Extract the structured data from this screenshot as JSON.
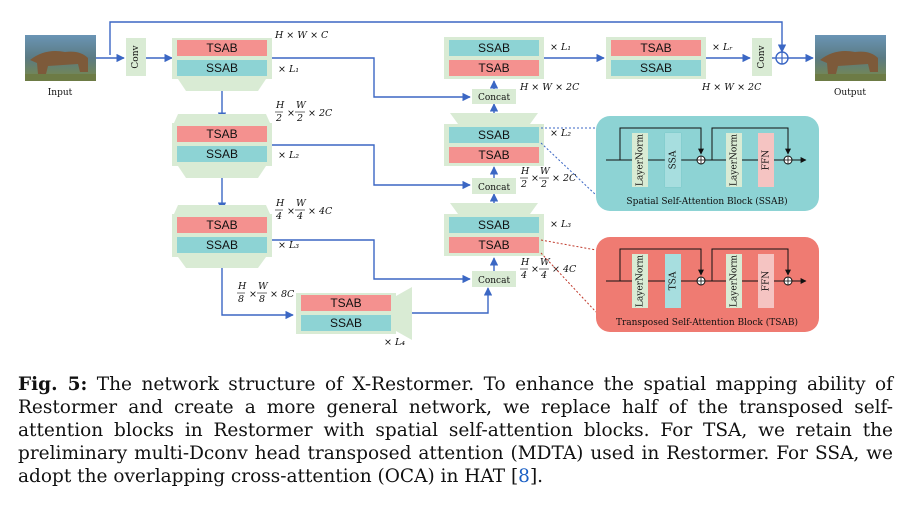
{
  "input_label": "Input",
  "output_label": "Output",
  "conv_label": "Conv",
  "concat_label": "Concat",
  "tsab": "TSAB",
  "ssab": "SSAB",
  "dims": {
    "e1": "H × W × C",
    "e2_a": "H",
    "e2_b": "2",
    "e2_c": "W",
    "e2_d": "2",
    "e2_e": "× 2C",
    "e3_a": "H",
    "e3_b": "4",
    "e3_c": "W",
    "e3_d": "4",
    "e3_e": "× 4C",
    "lat_a": "H",
    "lat_b": "8",
    "lat_c": "W",
    "lat_d": "8",
    "lat_e": "× 8C",
    "d1": "H × W × 2C",
    "d2_a": "H",
    "d2_b": "2",
    "d2_c": "W",
    "d2_d": "2",
    "d2_e": "× 2C",
    "d3_a": "H",
    "d3_b": "4",
    "d3_c": "W",
    "d3_d": "4",
    "d3_e": "× 4C",
    "ref": "H × W × 2C"
  },
  "reps": {
    "l1": "× L₁",
    "l2": "× L₂",
    "l3": "× L₃",
    "l4": "× L₄",
    "d1": "× L₁",
    "d2": "× L₂",
    "d3": "× L₃",
    "ref": "× Lᵣ"
  },
  "ssab_panel": {
    "layernorm1": "LayerNorm",
    "attn": "SSA",
    "layernorm2": "LayerNorm",
    "ffn": "FFN",
    "title": "Spatial Self-Attention Block (SSAB)"
  },
  "tsab_panel": {
    "layernorm1": "LayerNorm",
    "attn": "TSA",
    "layernorm2": "LayerNorm",
    "ffn": "FFN",
    "title": "Transposed Self-Attention Block (TSAB)"
  },
  "colors": {
    "tsab": "#f4918f",
    "ssab": "#8dd3d4",
    "conv": "#d9ebd4",
    "arrow": "#3b67c4",
    "ssab_panel": "#8dd3d4",
    "tsab_panel": "#ef7b72"
  },
  "caption": {
    "fig": "Fig. 5:",
    "text": " The network structure of X-Restormer. To enhance the spatial mapping ability of Restormer and create a more general network, we replace half of the transposed self-attention blocks in Restormer with spatial self-attention blocks. For TSA, we retain the preliminary multi-Dconv head transposed attention (MDTA) used in Restormer. For SSA, we adopt the overlapping cross-attention (OCA) in HAT [",
    "ref": "8",
    "end": "]."
  }
}
